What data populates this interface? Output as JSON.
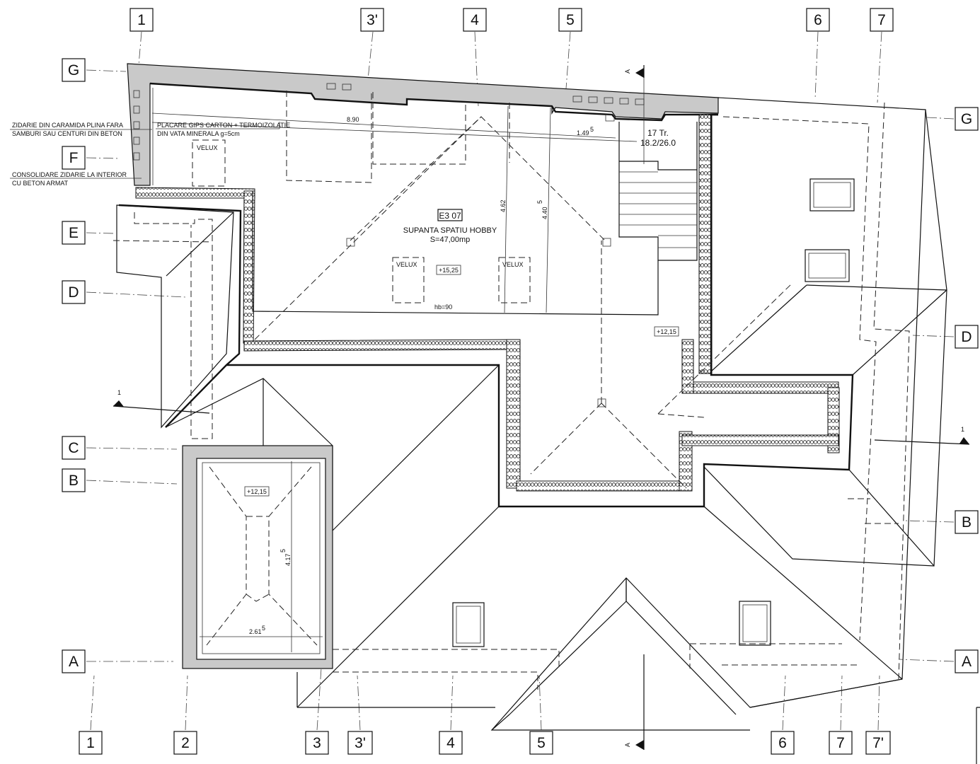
{
  "grid": {
    "top": [
      "1",
      "3'",
      "4",
      "5",
      "6",
      "7"
    ],
    "bottom": [
      "1",
      "2",
      "3",
      "3'",
      "4",
      "5",
      "6",
      "7",
      "7'"
    ],
    "left": [
      "G",
      "F",
      "E",
      "D",
      "C",
      "B",
      "A"
    ],
    "right": [
      "G",
      "D",
      "B",
      "A"
    ]
  },
  "notes": {
    "wall_1": "ZIDARIE DIN CARAMIDA PLINA FARA",
    "wall_2": "SAMBURI SAU CENTURI DIN BETON",
    "gips_1": "PLACARE GIPS CARTON + TERMOIZOLATIE",
    "gips_2": "DIN VATA MINERALA g=5cm",
    "consol_1": "CONSOLIDARE ZIDARIE LA INTERIOR",
    "consol_2": "CU BETON ARMAT"
  },
  "room": {
    "code": "E3 07",
    "name": "SUPANTA SPATIU HOBBY",
    "area": "S=47,00mp"
  },
  "stairs": {
    "steps": "17 Tr.",
    "ratio": "18.2/26.0"
  },
  "windows": {
    "velux": "VELUX"
  },
  "levels": {
    "top": "+15,25",
    "main": "+12,15",
    "bay": "+12,15"
  },
  "dims": {
    "d890": "8.90",
    "d149": "1.49",
    "d149_sup": "5",
    "d462": "4.62",
    "d440": "4.40",
    "d440_sup": "5",
    "hb": "hb=90",
    "d417": "4.17",
    "d417_sup": "5",
    "d261": "2.61",
    "d261_sup": "5"
  },
  "sections": {
    "a": "A",
    "one": "1"
  }
}
